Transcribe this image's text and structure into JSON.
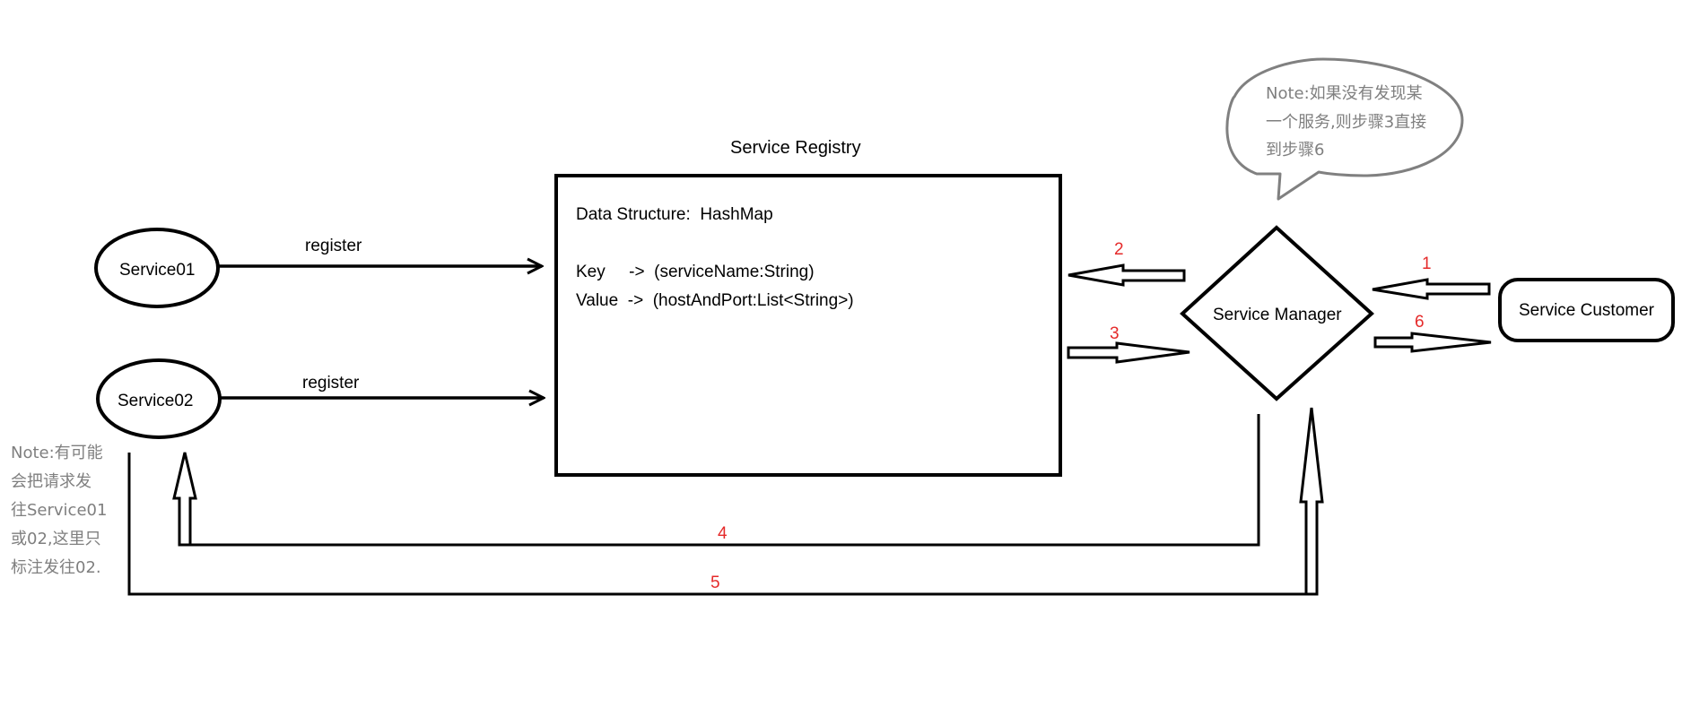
{
  "diagram": {
    "registry_title": "Service Registry",
    "registry_lines": [
      "Data Structure:  HashMap",
      "Key     ->  (serviceName:String)",
      "Value  ->  (hostAndPort:List<String>)"
    ],
    "services": [
      "Service01",
      "Service02"
    ],
    "register_labels": [
      "register",
      "register"
    ],
    "manager_label": "Service Manager",
    "customer_label": "Service Customer",
    "steps": [
      "1",
      "2",
      "3",
      "4",
      "5",
      "6"
    ],
    "note_bubble_lines": [
      "Note:如果没有发现某",
      "一个服务,则步骤3直接",
      "到步骤6"
    ],
    "note_left_lines": [
      "Note:有可能",
      "会把请求发",
      "往Service01",
      "或02,这里只",
      "标注发往02."
    ]
  },
  "colors": {
    "stroke": "#000000",
    "step_numbers": "#e52a2a",
    "note_text": "#7f7f7f",
    "bubble_stroke": "#808080"
  }
}
